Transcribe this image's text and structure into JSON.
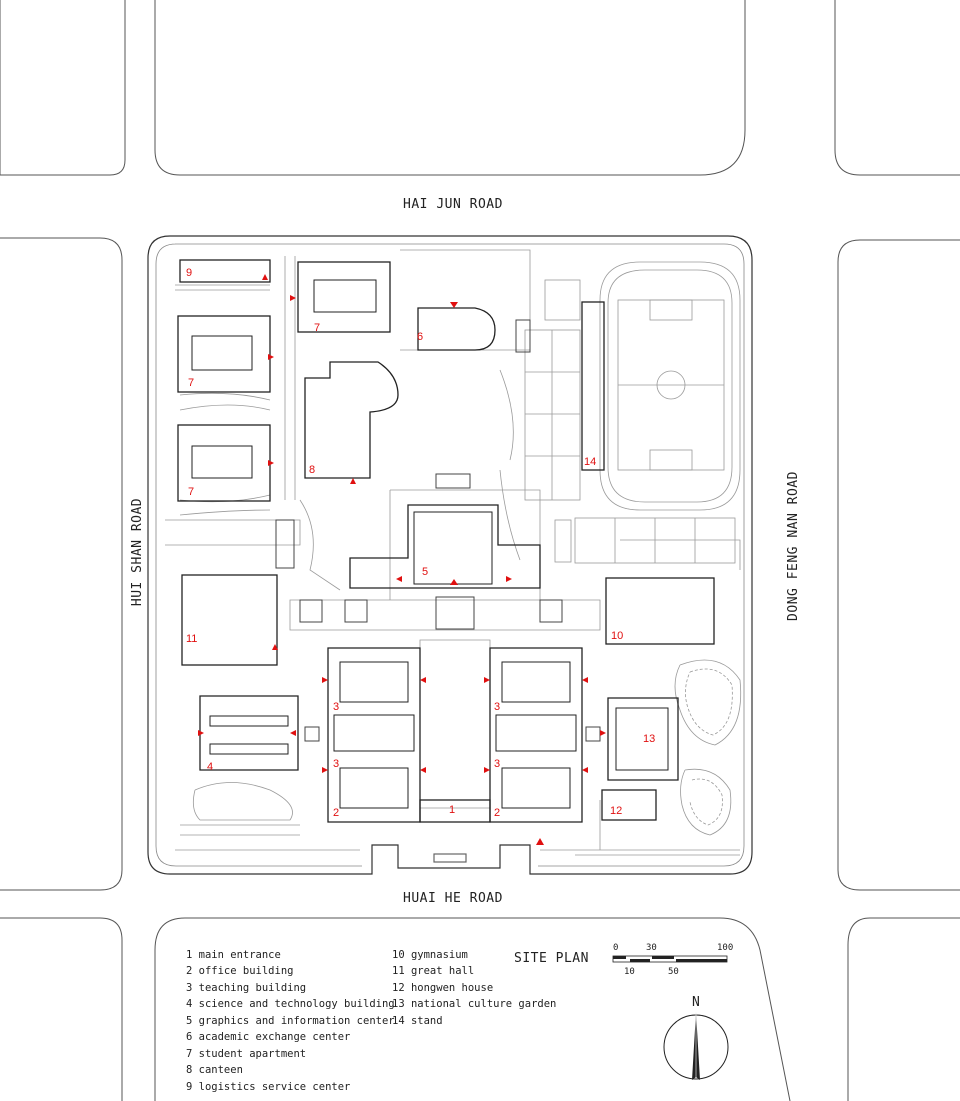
{
  "roads": {
    "north": "HAI JUN ROAD",
    "south": "HUAI HE ROAD",
    "west": "HUI SHAN ROAD",
    "east": "DONG FENG NAN ROAD"
  },
  "plan_title": "SITE PLAN",
  "north_label": "N",
  "legend_col1": [
    "1 main entrance",
    "2 office building",
    "3 teaching building",
    "4 science and technology building",
    "5 graphics and information center",
    "6 academic exchange center",
    "7 student apartment",
    "8 canteen",
    "9 logistics service center"
  ],
  "legend_col2": [
    "10 gymnasium",
    "11 great hall",
    "12 hongwen house",
    "13 national culture garden",
    "14 stand"
  ],
  "scale": {
    "top": [
      "0",
      "30",
      "100"
    ],
    "bottom": [
      "10",
      "50"
    ]
  },
  "markers": [
    "1",
    "2",
    "2",
    "3",
    "3",
    "3",
    "3",
    "4",
    "5",
    "6",
    "7",
    "7",
    "7",
    "8",
    "9",
    "10",
    "11",
    "12",
    "13",
    "14"
  ],
  "colors": {
    "line": "#333333",
    "light": "#9a9a9a",
    "accent": "#e01010"
  }
}
